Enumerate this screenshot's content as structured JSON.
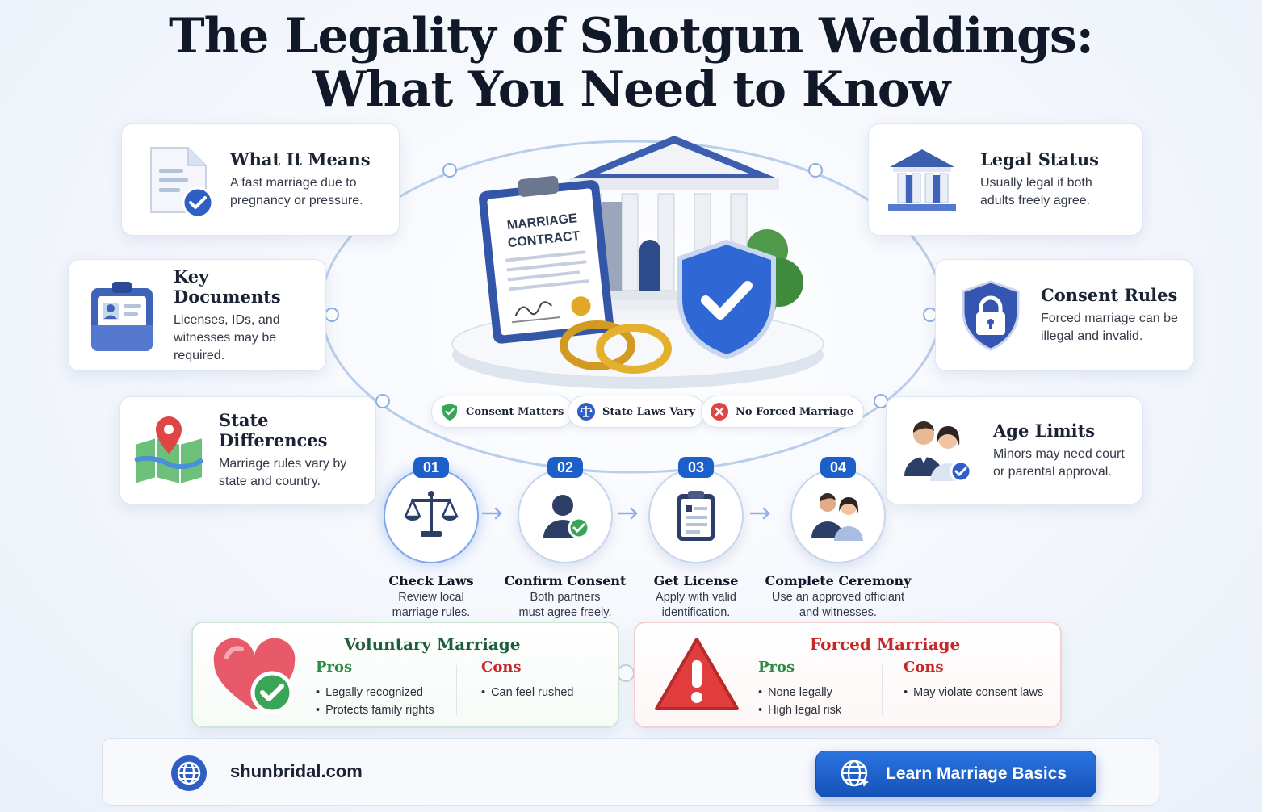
{
  "title": {
    "line1": "The Legality of Shotgun Weddings:",
    "line2": "What You Need to Know"
  },
  "cards": {
    "what_it_means": {
      "heading": "What It Means",
      "text": "A fast marriage due to pregnancy or pressure.",
      "icon": "document-check-icon"
    },
    "key_documents": {
      "heading": "Key Documents",
      "text": "Licenses, IDs, and witnesses may be required.",
      "icon": "id-clipboard-icon"
    },
    "state_differences": {
      "heading": "State Differences",
      "text": "Marriage rules vary by state and country.",
      "icon": "map-pin-icon"
    },
    "legal_status": {
      "heading": "Legal Status",
      "text": "Usually legal if both adults freely agree.",
      "icon": "courthouse-icon"
    },
    "consent_rules": {
      "heading": "Consent Rules",
      "text": "Forced marriage can be illegal and invalid.",
      "icon": "shield-lock-icon"
    },
    "age_limits": {
      "heading": "Age Limits",
      "text": "Minors may need court or parental approval.",
      "icon": "couple-check-icon"
    }
  },
  "hero": {
    "contract_line1": "MARRIAGE",
    "contract_line2": "CONTRACT"
  },
  "pills": [
    {
      "label": "Consent Matters",
      "icon": "green-shield-check-icon"
    },
    {
      "label": "State Laws Vary",
      "icon": "scales-badge-icon"
    },
    {
      "label": "No Forced Marriage",
      "icon": "red-x-icon"
    }
  ],
  "steps": [
    {
      "number": "01",
      "title": "Check Laws",
      "desc_line1": "Review local",
      "desc_line2": "marriage rules.",
      "icon": "scales-icon"
    },
    {
      "number": "02",
      "title": "Confirm Consent",
      "desc_line1": "Both partners",
      "desc_line2": "must agree freely.",
      "icon": "person-check-icon"
    },
    {
      "number": "03",
      "title": "Get License",
      "desc_line1": "Apply with valid",
      "desc_line2": "identification.",
      "icon": "clipboard-icon"
    },
    {
      "number": "04",
      "title": "Complete Ceremony",
      "desc_line1": "Use an approved officiant",
      "desc_line2": "and witnesses.",
      "icon": "couple-icon"
    }
  ],
  "voluntary": {
    "title": "Voluntary Marriage",
    "pros_label": "Pros",
    "cons_label": "Cons",
    "pros": [
      "Legally recognized",
      "Protects family rights"
    ],
    "cons": [
      "Can feel rushed"
    ]
  },
  "forced": {
    "title": "Forced Marriage",
    "pros_label": "Pros",
    "cons_label": "Cons",
    "pros": [
      "None legally",
      "High legal risk"
    ],
    "cons": [
      "May violate consent laws"
    ]
  },
  "footer": {
    "site": "shunbridal.com",
    "cta": "Learn Marriage Basics"
  },
  "colors": {
    "primary_blue": "#1c5fc8",
    "green": "#2e8b45",
    "red": "#c62828"
  }
}
